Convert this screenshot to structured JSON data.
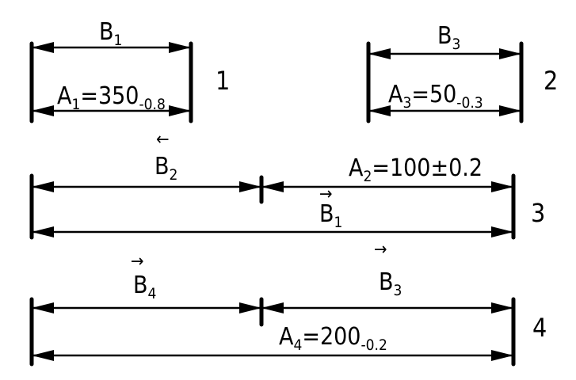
{
  "groups": [
    {
      "number": "1",
      "top_label": {
        "main": "B",
        "sub": "1"
      },
      "bottom_label": {
        "main": "A",
        "sub": "1",
        "rest": "=350",
        "tol": "-0.8"
      }
    },
    {
      "number": "2",
      "top_label": {
        "main": "B",
        "sub": "3"
      },
      "bottom_label": {
        "main": "A",
        "sub": "3",
        "rest": "=50",
        "tol": "-0.3"
      }
    },
    {
      "number": "3",
      "left_label": {
        "main": "B",
        "sub": "2",
        "arrow": "←"
      },
      "right_label": {
        "main": "A",
        "sub": "2",
        "rest": "=100±0.2"
      },
      "bottom_label": {
        "main": "B",
        "sub": "1",
        "arrow": "→"
      }
    },
    {
      "number": "4",
      "left_label": {
        "main": "B",
        "sub": "4",
        "arrow": "→"
      },
      "right_label": {
        "main": "B",
        "sub": "3",
        "arrow": "→"
      },
      "bottom_label": {
        "main": "A",
        "sub": "4",
        "rest": "=200",
        "tol": "-0.2"
      }
    }
  ]
}
